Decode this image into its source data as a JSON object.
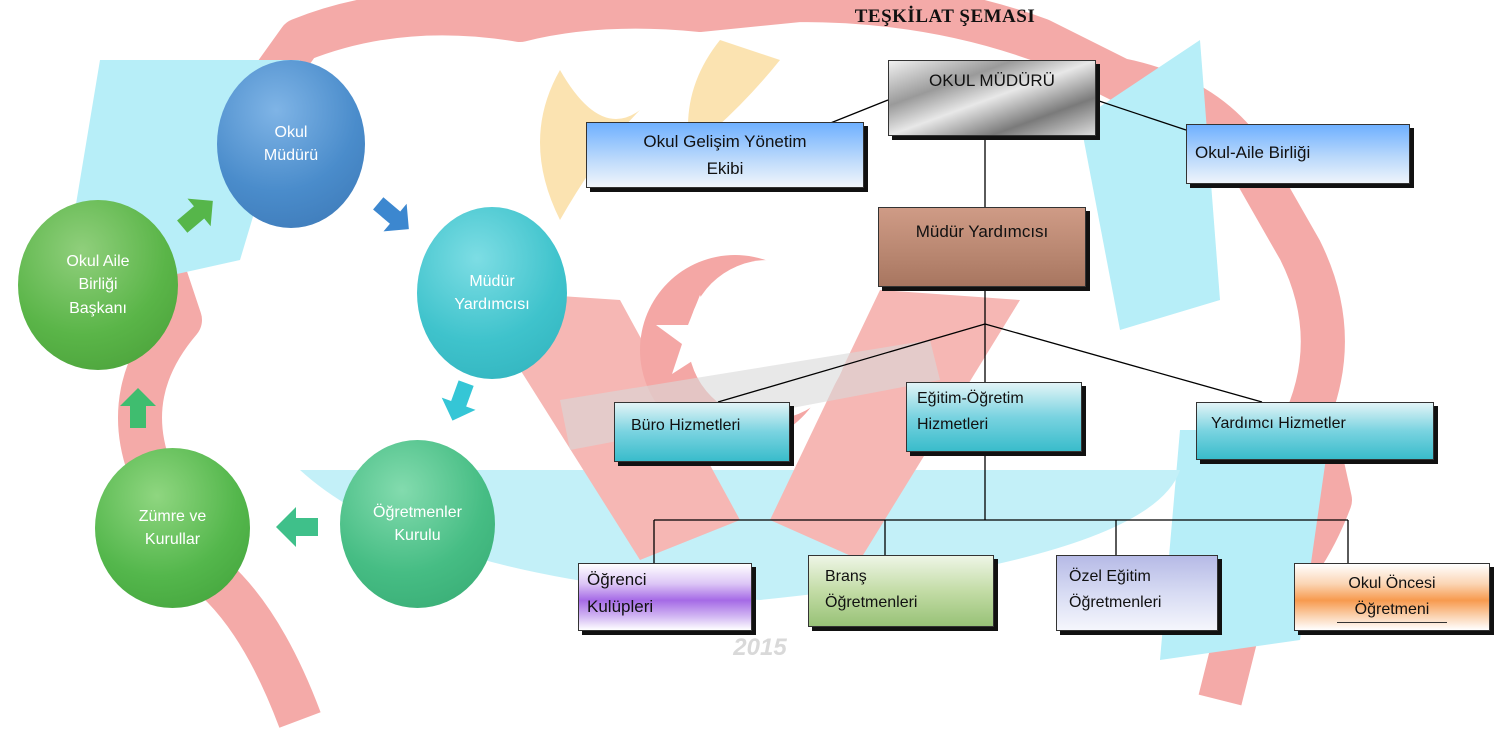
{
  "title": "TEŞKİLAT ŞEMASI",
  "watermark": {
    "year": "2015"
  },
  "cycle": {
    "okul_muduru": "Okul Müdürü",
    "mudur_yardimcisi": "Müdür Yardımcısı",
    "ogretmenler_kurulu": "Öğretmenler Kurulu",
    "zumre": "Zümre ve Kurullar",
    "okul_aile": "Okul Aile Birliği Başkanı"
  },
  "org": {
    "okul_muduru": "OKUL MÜDÜRÜ",
    "gelisim": "Okul Gelişim Yönetim Ekibi",
    "okul_aile": "Okul-Aile Birliği",
    "mudur_yardimcisi": "Müdür Yardımcısı",
    "buro": "Büro Hizmetleri",
    "egitim": "Eğitim-Öğretim Hizmetleri",
    "yardimci": "Yardımcı Hizmetler",
    "ogrenci": "Öğrenci Kulüpleri",
    "brans": "Branş Öğretmenleri",
    "ozel": "Özel Eğitim Öğretmenleri",
    "okul_oncesi": "Okul Öncesi Öğretmeni"
  },
  "colors": {
    "watermark_red": "#e8141b",
    "watermark_cyan": "#19d0ee",
    "circle_blue": "#4a8ccb",
    "circle_teal": "#3fc3cc",
    "circle_green": "#46bd84",
    "circle_lime": "#5ab548"
  }
}
